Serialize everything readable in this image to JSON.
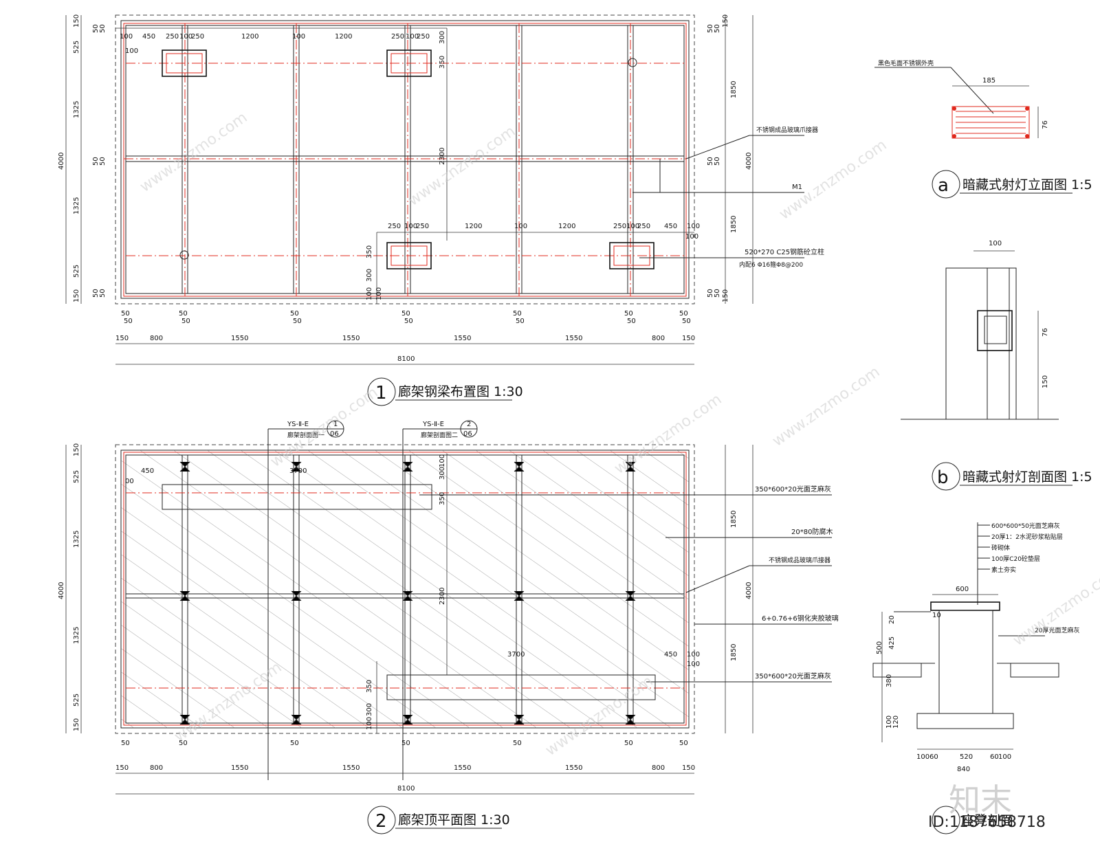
{
  "plan1": {
    "title": "廊架钢梁布置图 1:30",
    "number": "1",
    "top_dims": [
      "100",
      "450",
      "250",
      "100",
      "250",
      "1200",
      "100",
      "1200",
      "250",
      "100",
      "250",
      "300"
    ],
    "bottom_dims": [
      "150",
      "800",
      "1550",
      "1550",
      "1550",
      "1550",
      "800",
      "150"
    ],
    "total_width": "8100",
    "left_dims": [
      "150",
      "525",
      "1325",
      "1325",
      "525",
      "150"
    ],
    "total_height": "4000",
    "right_dims": [
      "1850",
      "1850"
    ],
    "right_total": "4000",
    "inner_dims_a": [
      "300",
      "350",
      "2300"
    ],
    "lower_dims": [
      "250",
      "100",
      "250",
      "1200",
      "100",
      "1200",
      "250",
      "100",
      "250",
      "450",
      "100"
    ],
    "lower_side_dims": [
      "350",
      "300",
      "100"
    ],
    "post_step": "50",
    "callouts": {
      "clamp": "不锈钢成品玻璃爪接器",
      "m1": "M1",
      "column": "520*270 C25钢筋砼立柱",
      "column_rebar": "内配6 Φ16箍Φ8@200"
    }
  },
  "plan2": {
    "title": "廊架顶平面图 1:30",
    "number": "2",
    "section_ref1": {
      "code": "YS-Ⅱ-E",
      "num": "1",
      "sheet": "06",
      "label": "廊架剖面图一"
    },
    "section_ref2": {
      "code": "YS-Ⅱ-E",
      "num": "2",
      "sheet": "06",
      "label": "廊架剖面图二"
    },
    "dim_3700": "3700",
    "dim_450": "450",
    "dim_100": "100",
    "dim_00": "00",
    "bottom_dims": [
      "150",
      "800",
      "1550",
      "1550",
      "1550",
      "1550",
      "800",
      "150"
    ],
    "total_width": "8100",
    "callouts": {
      "stone_top": "350*600*20光面芝麻灰",
      "wood": "20*80防腐木",
      "clamp": "不锈钢成品玻璃爪接器",
      "glass": "6+0.76+6钢化夹胶玻璃",
      "stone_bottom": "350*600*20光面芝麻灰"
    }
  },
  "detail_a": {
    "letter": "a",
    "title": "暗藏式射灯立面图 1:5",
    "label": "黑色毛面不锈钢外壳",
    "width": "185",
    "height": "76"
  },
  "detail_b": {
    "letter": "b",
    "title": "暗藏式射灯剖面图 1:5",
    "width": "100",
    "dims": [
      "76",
      "150"
    ]
  },
  "detail_c": {
    "title": "座凳剖面",
    "layers": [
      "600*600*50光面芝麻灰",
      "20厚1：2水泥砂浆粘贴层",
      "砖砌体",
      "100厚C20砼垫层",
      "素土夯实"
    ],
    "top_width": "600",
    "side_label": "20厚光面芝麻灰",
    "left_dims": [
      "500",
      "425",
      "20",
      "380",
      "100",
      "120"
    ],
    "bottom_dims": [
      "100",
      "60",
      "520",
      "60",
      "100"
    ],
    "total_bottom": "840",
    "dim_10": "10"
  },
  "watermark": {
    "text": "www.znzmo.com",
    "brand": "知末",
    "id": "ID:1187658718"
  }
}
